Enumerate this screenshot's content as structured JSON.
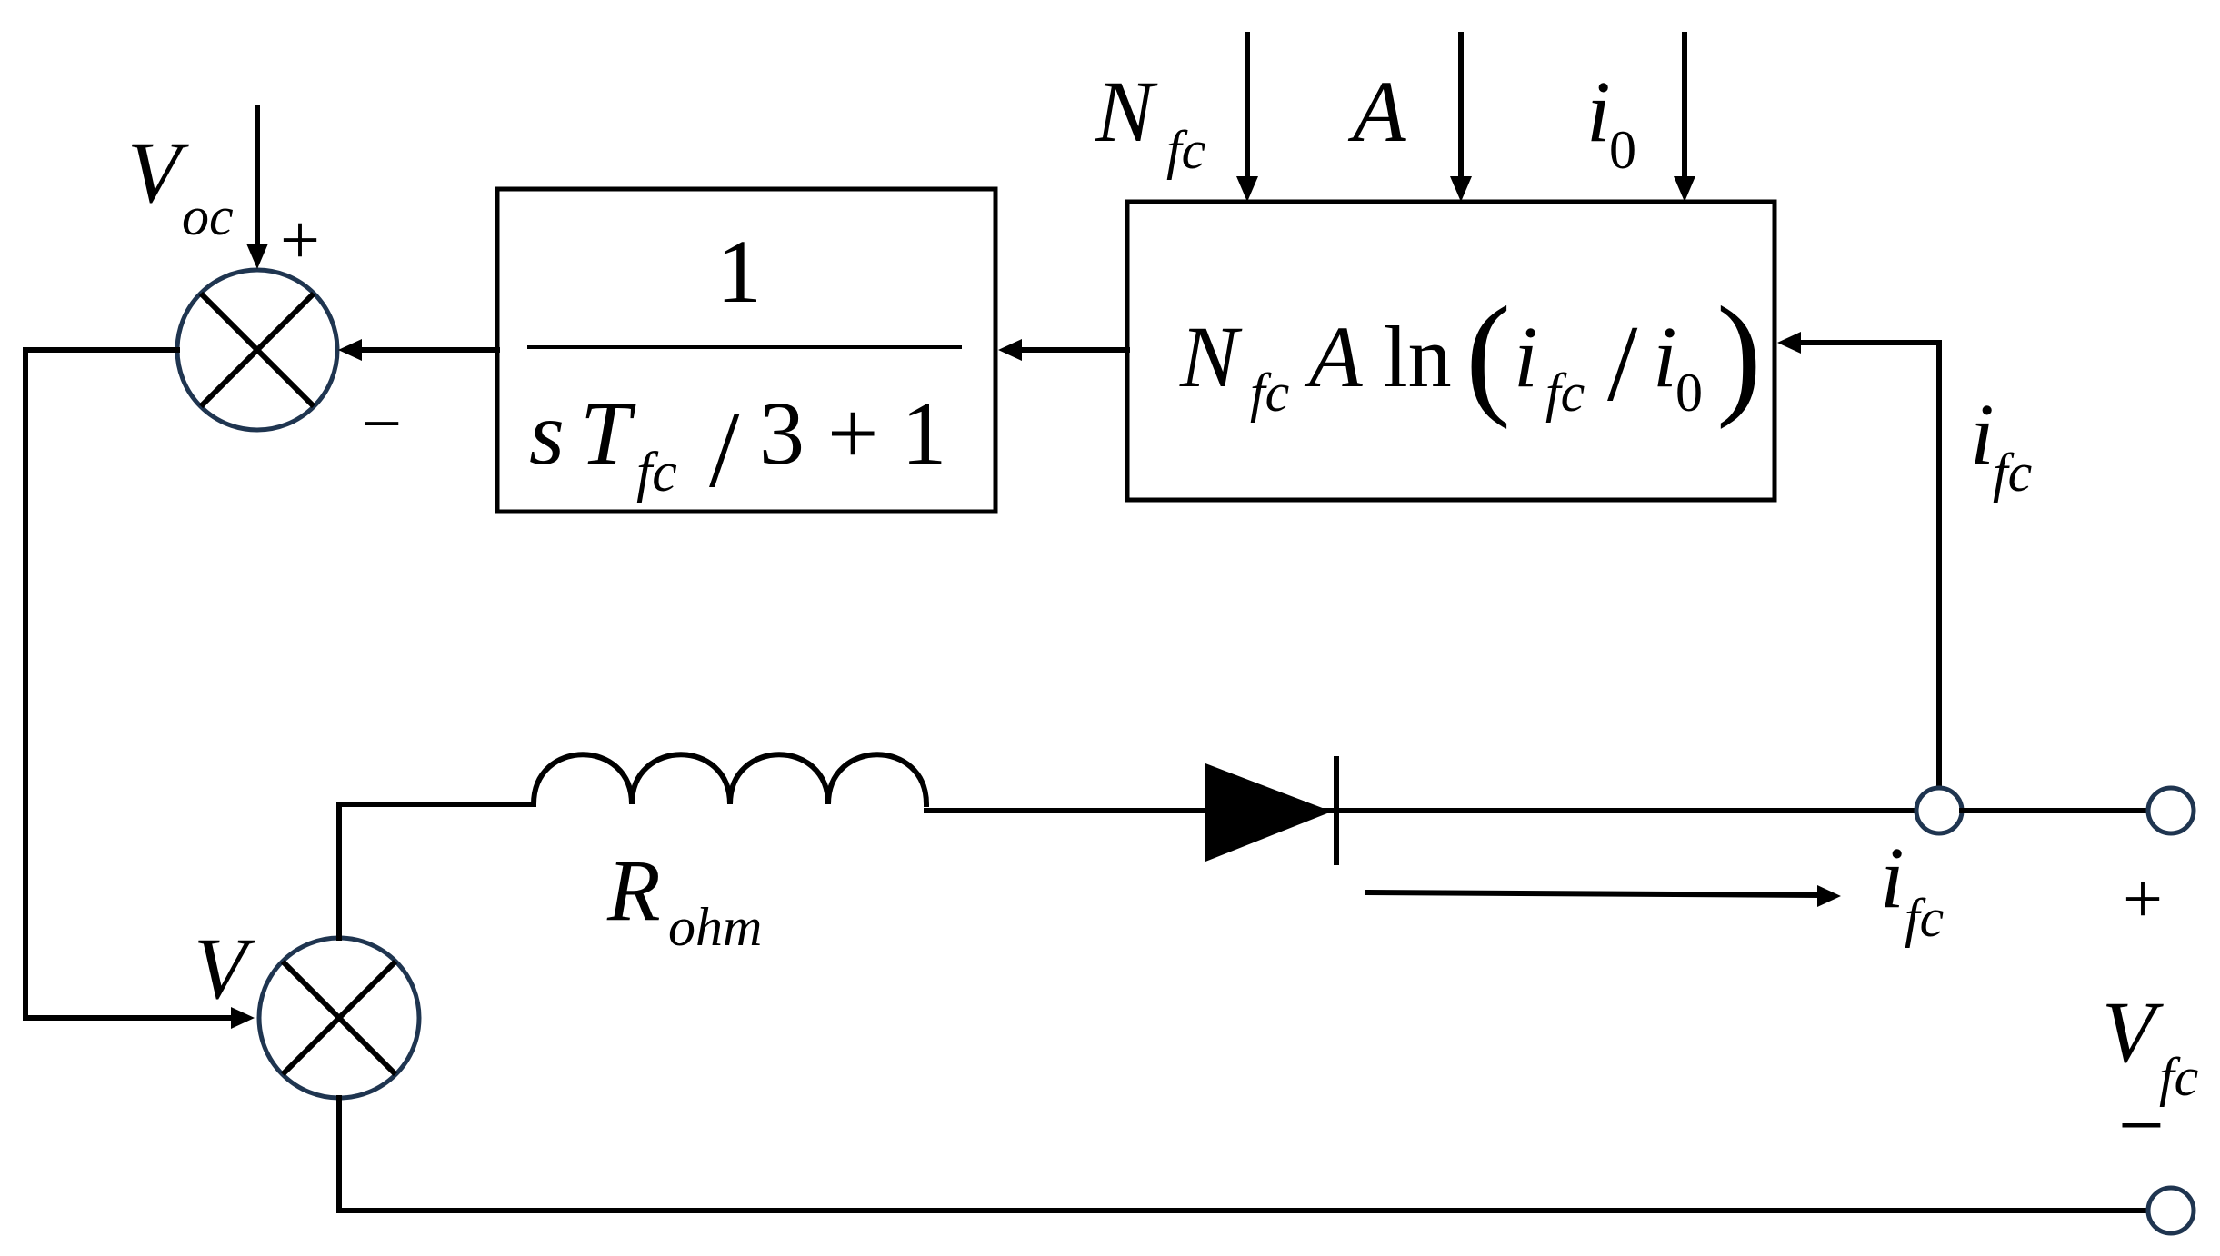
{
  "labels": {
    "voc_main": "V",
    "voc_sub": "oc",
    "sum_top_plus": "+",
    "sum_top_minus": "−",
    "nfc_main": "N",
    "nfc_sub": "fc",
    "a_label": "A",
    "i0_main": "i",
    "i0_sub": "0",
    "ifc_feedback_main": "i",
    "ifc_feedback_sub": "fc",
    "ifc_current_main": "i",
    "ifc_current_sub": "fc",
    "rohm_main": "R",
    "rohm_sub": "ohm",
    "v_label": "V",
    "out_plus": "+",
    "vfc_main": "V",
    "vfc_sub": "fc",
    "out_minus": "−"
  },
  "lag_block": {
    "numerator": "1",
    "den_s": "s",
    "den_T": "T",
    "den_T_sub": "fc",
    "den_slash": "/",
    "den_rest": "3 + 1"
  },
  "log_block": {
    "N": "N",
    "N_sub": "fc",
    "A": "A",
    "ln": "ln",
    "lparen": "(",
    "i": "i",
    "i_sub": "fc",
    "slash": "/",
    "i0": "i",
    "i0_sub": "0",
    "rparen": ")"
  }
}
